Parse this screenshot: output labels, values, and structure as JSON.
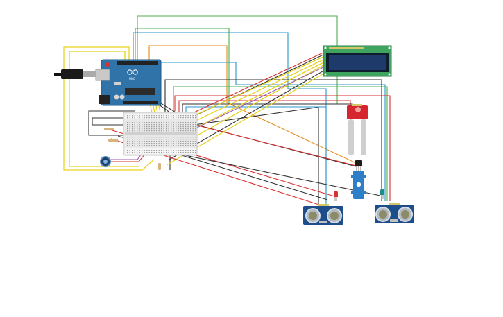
{
  "circuit": {
    "components": {
      "arduino": {
        "name": "arduino-uno",
        "logo_text": "UNO"
      },
      "breadboard": {
        "name": "breadboard"
      },
      "lcd": {
        "name": "lcd-16x2-display"
      },
      "soil_sensor": {
        "name": "soil-moisture-sensor"
      },
      "temp_sensor": {
        "name": "temperature-sensor"
      },
      "servo": {
        "name": "servo-motor"
      },
      "ultrasonic_left": {
        "name": "ultrasonic-sensor-1"
      },
      "ultrasonic_right": {
        "name": "ultrasonic-sensor-2"
      },
      "potentiometer": {
        "name": "potentiometer"
      },
      "led_red": {
        "name": "red-led"
      },
      "led_teal": {
        "name": "teal-led"
      },
      "power_jack": {
        "name": "dc-power-plug"
      }
    },
    "wire_colors": {
      "red": "#d93030",
      "black": "#333333",
      "yellow": "#e8d21e",
      "green": "#4caf50",
      "blue": "#2a96c8",
      "orange": "#e88a1a",
      "purple": "#9b59b6"
    }
  }
}
